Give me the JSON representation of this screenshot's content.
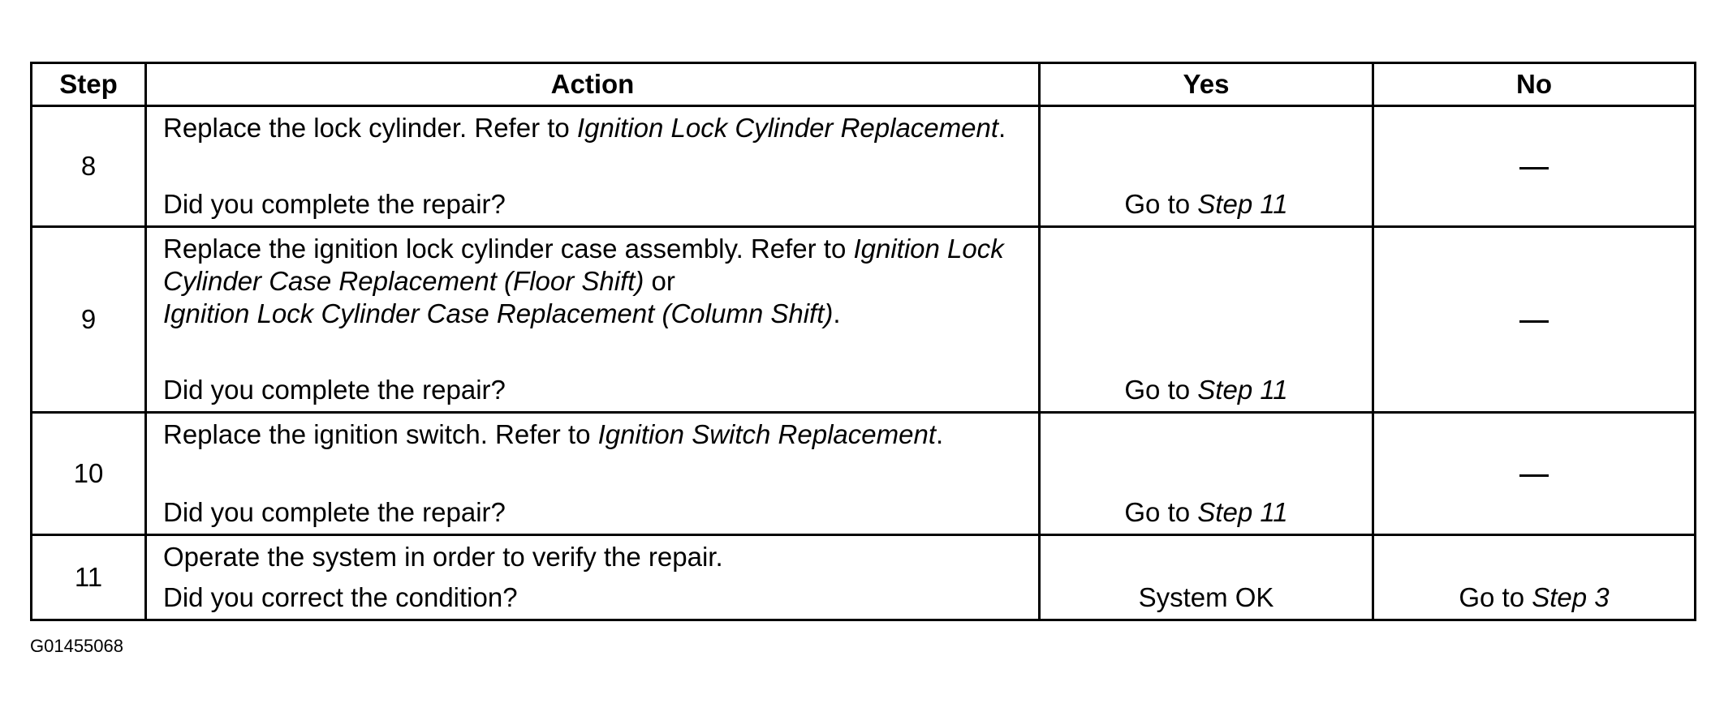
{
  "headers": {
    "step": "Step",
    "action": "Action",
    "yes": "Yes",
    "no": "No"
  },
  "rows": [
    {
      "step": "8",
      "action_parts": [
        {
          "t": "Replace the lock cylinder. Refer to ",
          "i": false
        },
        {
          "t": "Ignition Lock Cylinder Replacement",
          "i": true
        },
        {
          "t": ".",
          "i": false
        }
      ],
      "question": "Did you complete the repair?",
      "yes_prefix": "Go to ",
      "yes_italic": "Step 11",
      "no_dash": "—"
    },
    {
      "step": "9",
      "action_parts": [
        {
          "t": "Replace the ignition lock cylinder case assembly. Refer to ",
          "i": false
        },
        {
          "t": "Ignition Lock Cylinder Case Replacement (Floor Shift)",
          "i": true
        },
        {
          "t": " or ",
          "i": false
        },
        {
          "br": true
        },
        {
          "t": "Ignition Lock Cylinder Case Replacement (Column Shift)",
          "i": true
        },
        {
          "t": ".",
          "i": false
        }
      ],
      "question": "Did you complete the repair?",
      "yes_prefix": "Go to ",
      "yes_italic": "Step 11",
      "no_dash": "—"
    },
    {
      "step": "10",
      "action_parts": [
        {
          "t": "Replace the ignition switch. Refer to ",
          "i": false
        },
        {
          "t": "Ignition Switch Replacement",
          "i": true
        },
        {
          "t": ".",
          "i": false
        }
      ],
      "question": "Did you complete the repair?",
      "yes_prefix": "Go to ",
      "yes_italic": "Step 11",
      "no_dash": "—"
    },
    {
      "step": "11",
      "action_parts": [
        {
          "t": "Operate the system in order to verify the repair.",
          "i": false
        }
      ],
      "question": "Did you correct the condition?",
      "yes_prefix": "System OK",
      "yes_italic": "",
      "no_prefix": "Go to ",
      "no_italic": "Step 3"
    }
  ],
  "figure_id": "G01455068"
}
